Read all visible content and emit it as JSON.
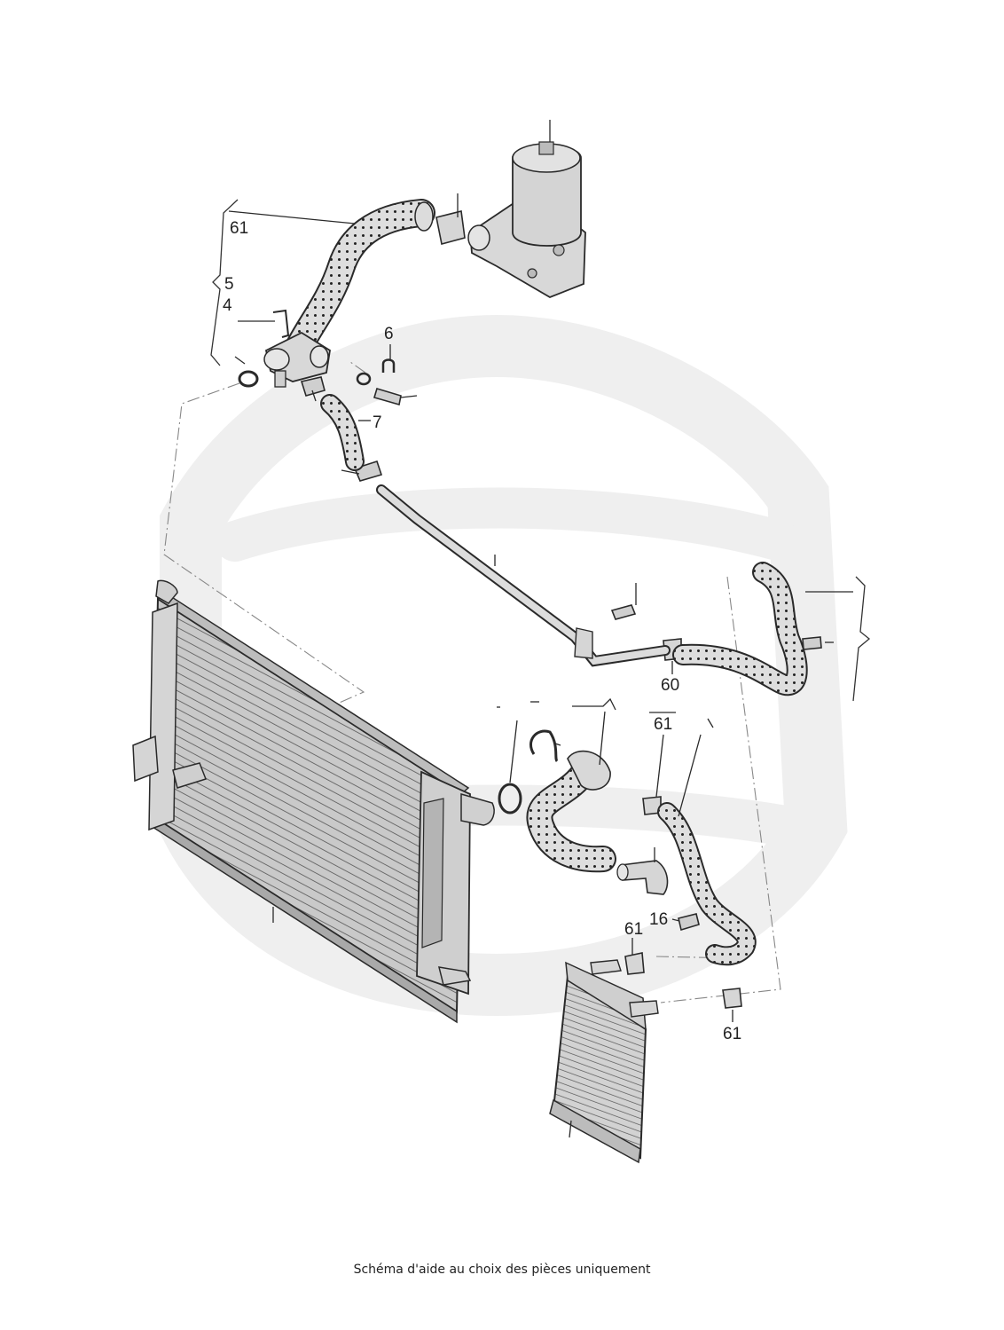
{
  "caption": "Schéma d'aide au choix des pièces uniquement",
  "callouts": {
    "c61_top": "61",
    "c5": "5",
    "c4": "4",
    "c6": "6",
    "c7": "7",
    "c60": "60",
    "c61_mid": "61",
    "c16": "16",
    "c61_lower": "61",
    "c61_bottom": "61"
  },
  "colors": {
    "line": "#3a3a3a",
    "part_fill": "#dcdcdc",
    "part_dark": "#9a9a9a",
    "watermark": "#efefef"
  }
}
